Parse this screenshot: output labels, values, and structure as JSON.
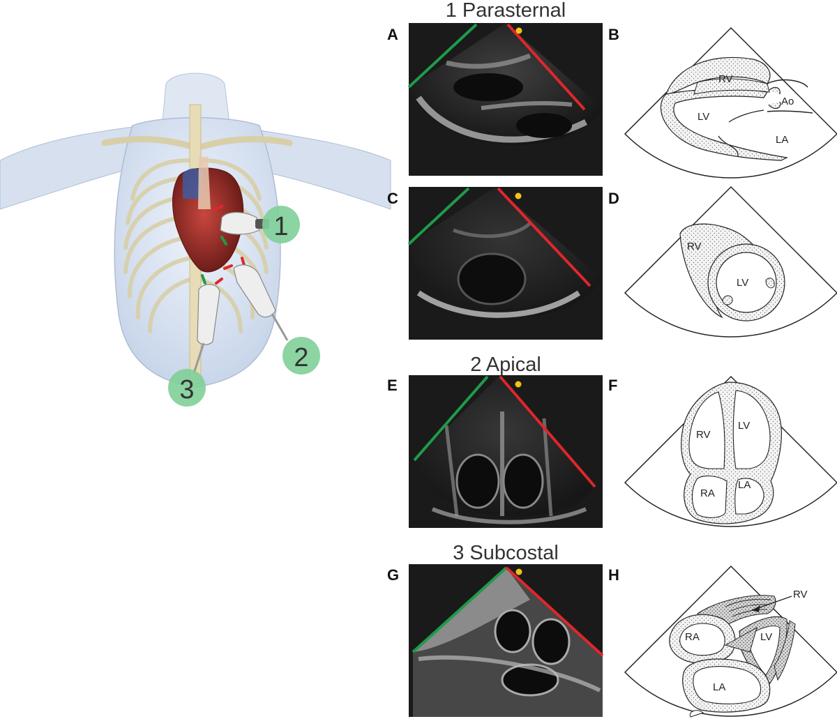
{
  "view_titles": {
    "parasternal": "1 Parasternal",
    "apical": "2 Apical",
    "subcostal": "3 Subcostal"
  },
  "panel_letters": {
    "A": "A",
    "B": "B",
    "C": "C",
    "D": "D",
    "E": "E",
    "F": "F",
    "G": "G",
    "H": "H"
  },
  "probe_markers": [
    "1",
    "2",
    "3"
  ],
  "labels": {
    "b_rv": "RV",
    "b_ao": "Ao",
    "b_lv": "LV",
    "b_la": "LA",
    "d_rv": "RV",
    "d_lv": "LV",
    "f_rv": "RV",
    "f_lv": "LV",
    "f_ra": "RA",
    "f_la": "LA",
    "h_rv": "RV",
    "h_ra": "RA",
    "h_lv": "LV",
    "h_la": "LA"
  },
  "colors": {
    "green_line": "#1f9a4a",
    "red_line": "#e0262b",
    "marker_fill": "#7fcf98",
    "yellow_dot": "#f2c21b",
    "echo_bg": "#1a1a1a"
  }
}
